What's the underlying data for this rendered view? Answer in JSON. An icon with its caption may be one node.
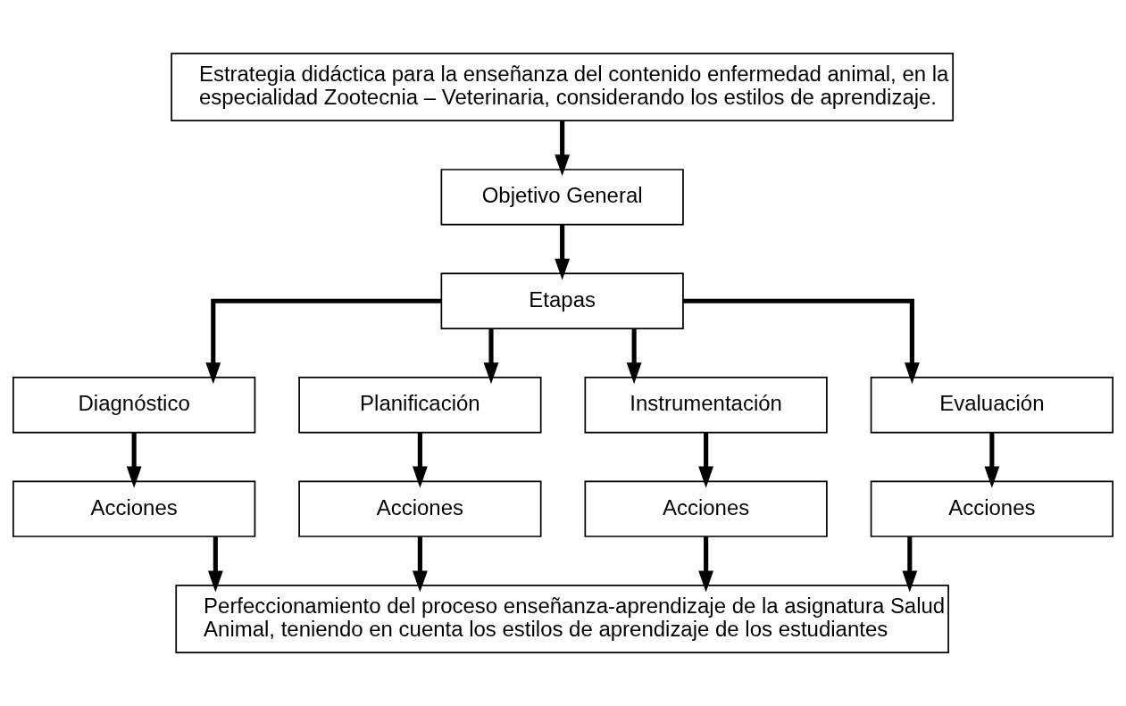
{
  "diagram": {
    "nodes": [
      {
        "text": [
          "Estrategia didáctica para la enseñanza del contenido enfermedad animal, en la especialidad Zootecnia – Veterinaria, considerando los estilos de aprendizaje."
        ]
      },
      {
        "text": [
          "Objetivo General"
        ]
      },
      {
        "text": [
          "Etapas"
        ]
      },
      {
        "text": [
          "Diagnóstico"
        ]
      },
      {
        "text": [
          "Planificación"
        ]
      },
      {
        "text": [
          "Instrumentación"
        ]
      },
      {
        "text": [
          "Evaluación"
        ]
      },
      {
        "text": [
          "Acciones"
        ]
      },
      {
        "text": [
          "Acciones"
        ]
      },
      {
        "text": [
          "Acciones"
        ]
      },
      {
        "text": [
          "Acciones"
        ]
      },
      {
        "text": [
          "Perfeccionamiento del proceso enseñanza-aprendizaje de la asignatura Salud Animal, teniendo en cuenta los estilos de aprendizaje de los estudiantes"
        ]
      }
    ],
    "edges": [
      {
        "from": 0,
        "to": 1,
        "arrow": "to"
      },
      {
        "from": 1,
        "to": 2,
        "arrow": "to"
      },
      {
        "from": 2,
        "to": 3,
        "arrow": "to"
      },
      {
        "from": 2,
        "to": 4,
        "arrow": "to"
      },
      {
        "from": 2,
        "to": 5,
        "arrow": "to"
      },
      {
        "from": 2,
        "to": 6,
        "arrow": "to"
      },
      {
        "from": 3,
        "to": 7,
        "arrow": "to"
      },
      {
        "from": 4,
        "to": 8,
        "arrow": "to"
      },
      {
        "from": 5,
        "to": 9,
        "arrow": "to"
      },
      {
        "from": 6,
        "to": 10,
        "arrow": "to"
      },
      {
        "from": 7,
        "to": 11,
        "arrow": "to"
      },
      {
        "from": 8,
        "to": 11,
        "arrow": "to"
      },
      {
        "from": 9,
        "to": 11,
        "arrow": "to"
      },
      {
        "from": 10,
        "to": 11,
        "arrow": "to"
      }
    ]
  }
}
